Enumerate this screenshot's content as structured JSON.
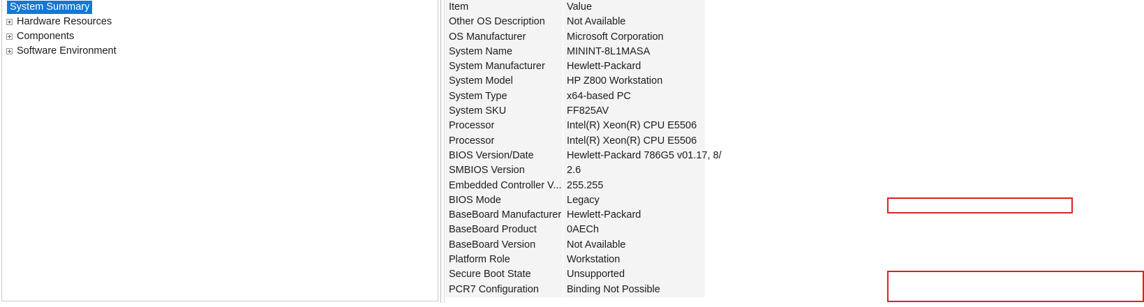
{
  "tree": {
    "items": [
      {
        "label": "System Summary",
        "expandable": false,
        "selected": true
      },
      {
        "label": "Hardware Resources",
        "expandable": true,
        "selected": false
      },
      {
        "label": "Components",
        "expandable": true,
        "selected": false
      },
      {
        "label": "Software Environment",
        "expandable": true,
        "selected": false
      }
    ]
  },
  "detail": {
    "columns": [
      "Item",
      "Value"
    ],
    "rows": [
      {
        "item": "Item",
        "value": "Value",
        "header": true
      },
      {
        "item": "Other OS Description",
        "value": "Not Available"
      },
      {
        "item": "OS Manufacturer",
        "value": "Microsoft Corporation"
      },
      {
        "item": "System Name",
        "value": "MININT-8L1MASA"
      },
      {
        "item": "System Manufacturer",
        "value": "Hewlett-Packard"
      },
      {
        "item": "System Model",
        "value": "HP Z800 Workstation"
      },
      {
        "item": "System Type",
        "value": "x64-based PC"
      },
      {
        "item": "System SKU",
        "value": "FF825AV"
      },
      {
        "item": "Processor",
        "value": "Intel(R) Xeon(R) CPU           E5506"
      },
      {
        "item": "Processor",
        "value": "Intel(R) Xeon(R) CPU           E5506"
      },
      {
        "item": "BIOS Version/Date",
        "value": "Hewlett-Packard 786G5 v01.17, 8/"
      },
      {
        "item": "SMBIOS Version",
        "value": "2.6"
      },
      {
        "item": "Embedded Controller V...",
        "value": "255.255"
      },
      {
        "item": "BIOS Mode",
        "value": "Legacy",
        "highlighted": true
      },
      {
        "item": "BaseBoard Manufacturer",
        "value": "Hewlett-Packard"
      },
      {
        "item": "BaseBoard Product",
        "value": "0AECh"
      },
      {
        "item": "BaseBoard Version",
        "value": "Not Available"
      },
      {
        "item": "Platform Role",
        "value": "Workstation"
      },
      {
        "item": "Secure Boot State",
        "value": "Unsupported",
        "highlighted": true
      },
      {
        "item": "PCR7 Configuration",
        "value": "Binding Not Possible",
        "highlighted": true
      }
    ]
  },
  "annotations": {
    "color": "#d8241f",
    "boxes": [
      {
        "name": "bios-mode-highlight",
        "rows": [
          "BIOS Mode"
        ]
      },
      {
        "name": "secure-boot-highlight",
        "rows": [
          "Secure Boot State",
          "PCR7 Configuration"
        ]
      }
    ]
  },
  "colors": {
    "selection": "#1477d4",
    "selection_text": "#ffffff",
    "row_background": "#f4f4f4",
    "text": "#1b1b1b",
    "panel_border": "#c8c8c8",
    "annotation_red": "#d8241f"
  }
}
